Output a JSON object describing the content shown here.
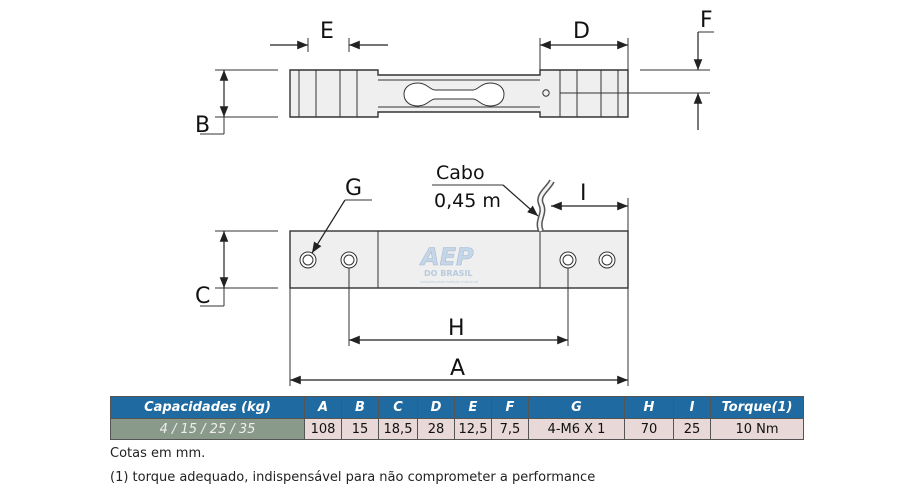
{
  "labels": {
    "E": "E",
    "D": "D",
    "F": "F",
    "B": "B",
    "G": "G",
    "C": "C",
    "H": "H",
    "A": "A",
    "I": "I",
    "cabo_line1": "Cabo",
    "cabo_line2": "0,45 m"
  },
  "logo": {
    "text": "AEP",
    "sub": "DO BRASIL",
    "tagline": "soluções para medição industrial"
  },
  "table": {
    "headers": [
      "Capacidades (kg)",
      "A",
      "B",
      "C",
      "D",
      "E",
      "F",
      "G",
      "H",
      "I",
      "Torque(1)"
    ],
    "row": [
      "4 / 15 / 25 / 35",
      "108",
      "15",
      "18,5",
      "28",
      "12,5",
      "7,5",
      "4-M6 X 1",
      "70",
      "25",
      "10 Nm"
    ]
  },
  "notes": {
    "units": "Cotas em mm.",
    "torque": "(1) torque adequado, indispensável para não comprometer a performance"
  },
  "colors": {
    "header_bg": "#1f6aa0",
    "first_cell_bg": "#8a9a8a",
    "cell_bg": "#e8d8d8"
  }
}
